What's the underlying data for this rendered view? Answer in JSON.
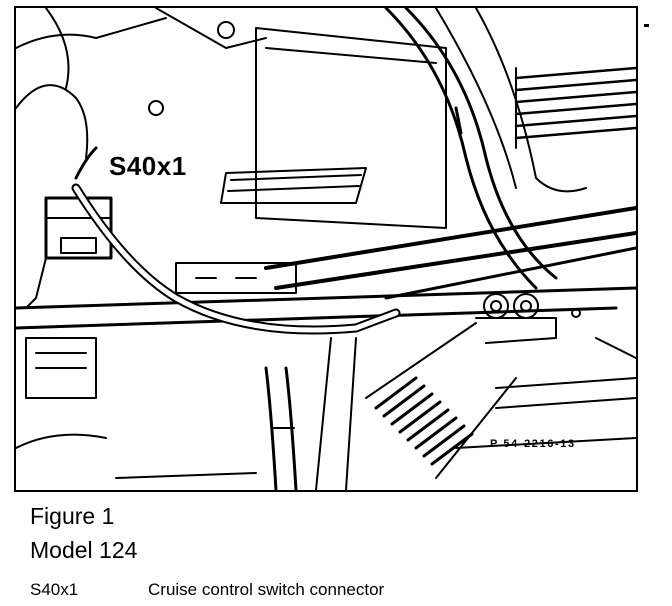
{
  "figure": {
    "callout_label": "S40x1",
    "reference_code": "P 54-2216-13"
  },
  "caption": {
    "title": "Figure 1",
    "model": "Model 124"
  },
  "legend": [
    {
      "code": "S40x1",
      "description": "Cruise control switch connector"
    }
  ]
}
